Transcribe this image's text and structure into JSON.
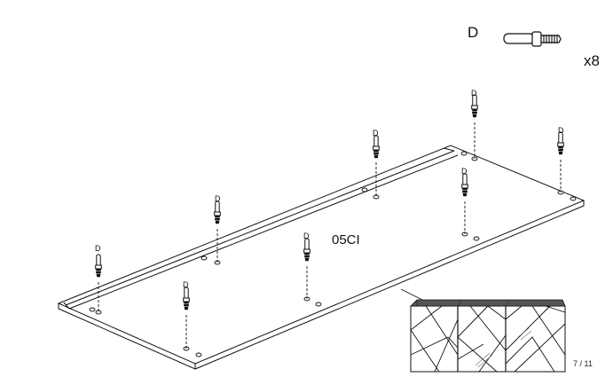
{
  "legend": {
    "part_letter": "D",
    "quantity": "x8"
  },
  "dowel_label": "D",
  "dowel_count": 8,
  "panel_label": "05CI",
  "page_number": "7 / 11",
  "inset_cabinet_doors": 3
}
